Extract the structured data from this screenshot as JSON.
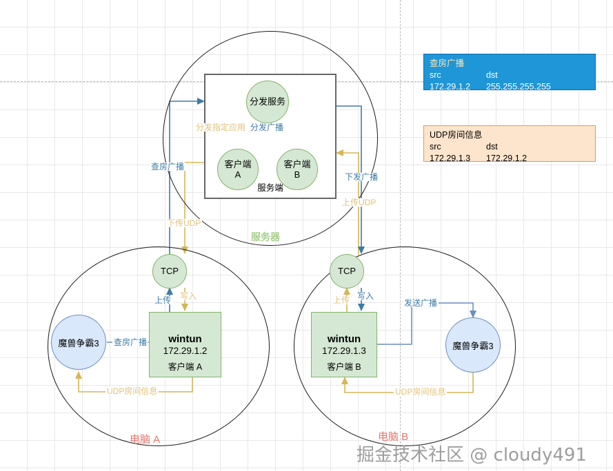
{
  "diagram": {
    "watermark": "掘金技术社区 @ cloudy491",
    "regions": {
      "server": "服务器",
      "computer_a": "电脑 A",
      "computer_b": "电脑 B"
    },
    "server_box": {
      "footer": "服务端",
      "distribution_service": "分发服务",
      "client_a": "客户端\nA",
      "client_a_line1": "客户端",
      "client_a_line2": "A",
      "client_b_line1": "客户端",
      "client_b_line2": "B"
    },
    "computer_a": {
      "game": "魔兽争霸3",
      "tcp": "TCP",
      "wintun_title": "wintun",
      "wintun_ip": "172.29.1.2",
      "wintun_footer": "客户端 A"
    },
    "computer_b": {
      "game": "魔兽争霸3",
      "tcp": "TCP",
      "wintun_title": "wintun",
      "wintun_ip": "172.29.1.3",
      "wintun_footer": "客户端 B"
    },
    "edge_labels": {
      "distribute_app": "分发指定应用",
      "distribute_broadcast": "分发广播",
      "room_broadcast_left": "查房广播",
      "down_udp": "下传UDP",
      "down_broadcast": "下发广播",
      "up_udp": "上传UDP",
      "upload_a": "上传",
      "write_a": "写入",
      "upload_b": "上传",
      "write_b": "写入",
      "query_broadcast_a": "查房广播",
      "send_broadcast_b": "发送广播",
      "udp_room_info_a": "UDP房间信息",
      "udp_room_info_b": "UDP房间信息"
    },
    "legend": [
      {
        "title": "查房广播",
        "col1_header": "src",
        "col2_header": "dst",
        "col1_value": "172.29.1.2",
        "col2_value": "255.255.255.255"
      },
      {
        "title": "UDP房间信息",
        "col1_header": "src",
        "col2_header": "dst",
        "col1_value": "172.29.1.3",
        "col2_value": "172.29.1.2"
      }
    ],
    "colors": {
      "blue_edge": "#3b7ca8",
      "light_blue_edge": "#7ba7c7",
      "gold_edge": "#d6b656",
      "green_fill": "#d5e8d4",
      "green_stroke": "#82b366",
      "blue_fill": "#dae8fc",
      "blue_stroke": "#6c8ebf",
      "legend_blue": "#1e96d8",
      "legend_orange": "#fde4cd",
      "region_label_green": "#a9d08e",
      "region_label_red": "#e8756a"
    }
  }
}
